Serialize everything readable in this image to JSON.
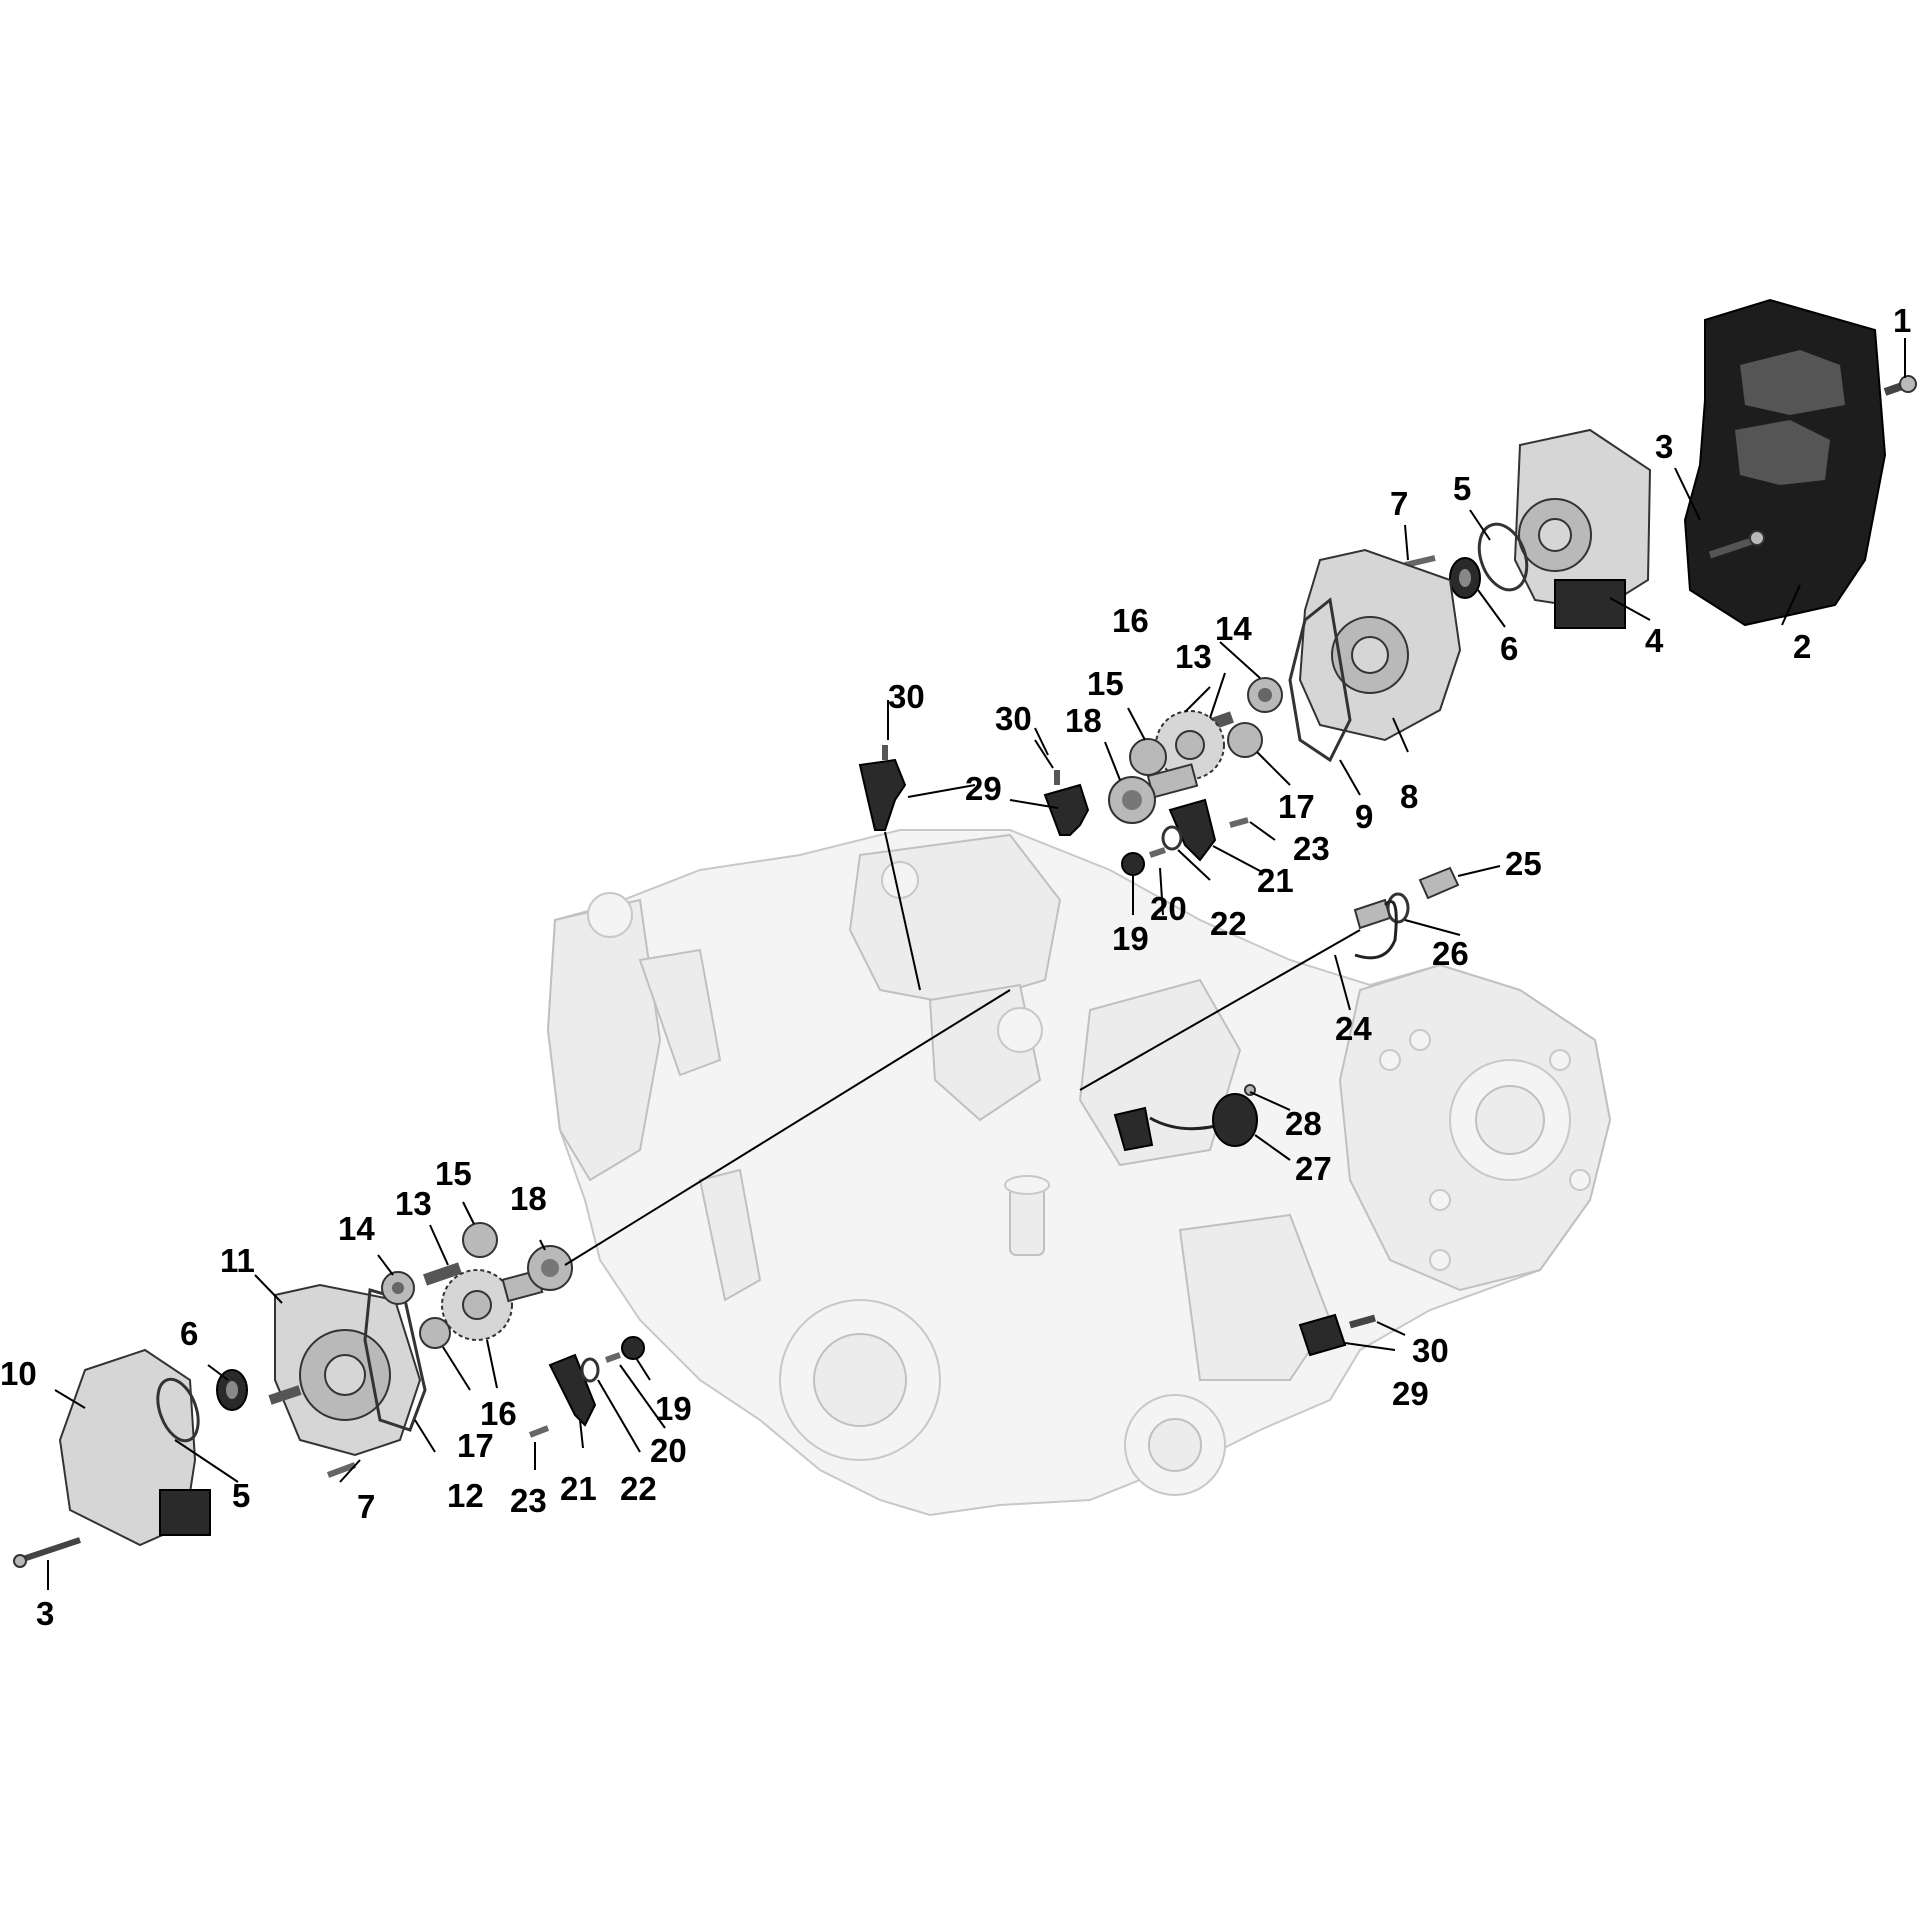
{
  "diagram": {
    "labels": {
      "upper": {
        "l1": "1",
        "l2": "2",
        "l3": "3",
        "l4": "4",
        "l5": "5",
        "l6": "6",
        "l7": "7",
        "l8": "8",
        "l9": "9",
        "l13": "13",
        "l14": "14",
        "l15": "15",
        "l16": "16",
        "l17": "17",
        "l18": "18",
        "l19": "19",
        "l20": "20",
        "l21": "21",
        "l22": "22",
        "l23": "23",
        "l29": "29",
        "l30a": "30",
        "l30b": "30"
      },
      "right": {
        "l24": "24",
        "l25": "25",
        "l26": "26",
        "l27": "27",
        "l28": "28",
        "l29": "29",
        "l30": "30"
      },
      "lower": {
        "l3": "3",
        "l5": "5",
        "l6": "6",
        "l7": "7",
        "l10": "10",
        "l11": "11",
        "l12": "12",
        "l13": "13",
        "l14": "14",
        "l15": "15",
        "l16": "16",
        "l17": "17",
        "l18": "18",
        "l19": "19",
        "l20": "20",
        "l21": "21",
        "l22": "22",
        "l23": "23"
      }
    }
  }
}
